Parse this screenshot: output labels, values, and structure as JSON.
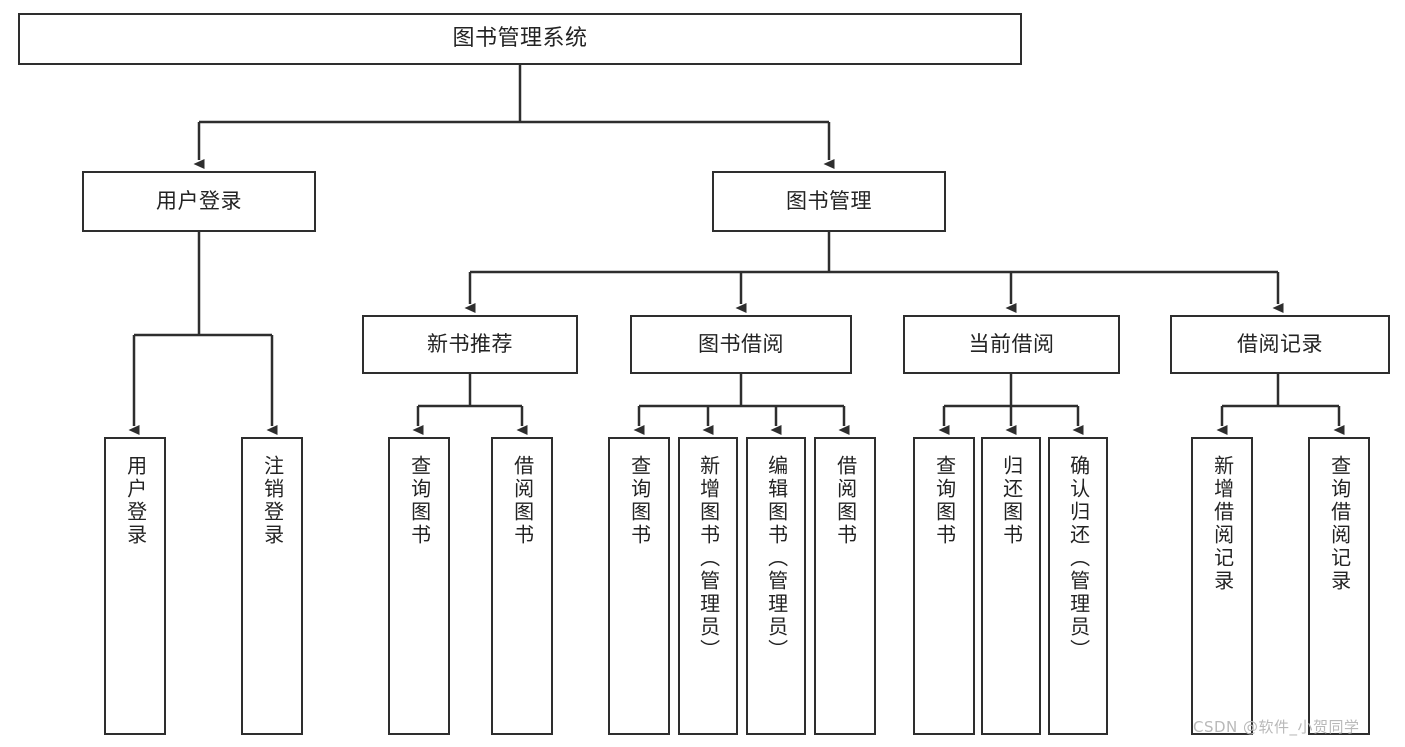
{
  "diagram": {
    "type": "tree",
    "title": "图书管理系统",
    "root": {
      "label": "图书管理系统"
    },
    "level2": [
      {
        "label": "用户登录"
      },
      {
        "label": "图书管理"
      }
    ],
    "level3": [
      {
        "label": "新书推荐"
      },
      {
        "label": "图书借阅"
      },
      {
        "label": "当前借阅"
      },
      {
        "label": "借阅记录"
      }
    ],
    "leaves": {
      "user_login": [
        {
          "label": "用户登录"
        },
        {
          "label": "注销登录"
        }
      ],
      "new_book_recommend": [
        {
          "label": "查询图书"
        },
        {
          "label": "借阅图书"
        }
      ],
      "book_borrow": [
        {
          "label": "查询图书"
        },
        {
          "label": "新增图书（管理员）"
        },
        {
          "label": "编辑图书（管理员）"
        },
        {
          "label": "借阅图书"
        }
      ],
      "current_borrow": [
        {
          "label": "查询图书"
        },
        {
          "label": "归还图书"
        },
        {
          "label": "确认归还（管理员）"
        }
      ],
      "borrow_record": [
        {
          "label": "新增借阅记录"
        },
        {
          "label": "查询借阅记录"
        }
      ]
    }
  },
  "watermark": {
    "text": "CSDN @软件_小贺同学"
  },
  "colors": {
    "stroke": "#2e2e2e",
    "background": "#ffffff",
    "text": "#232323",
    "watermark": "#b9b9b9"
  }
}
